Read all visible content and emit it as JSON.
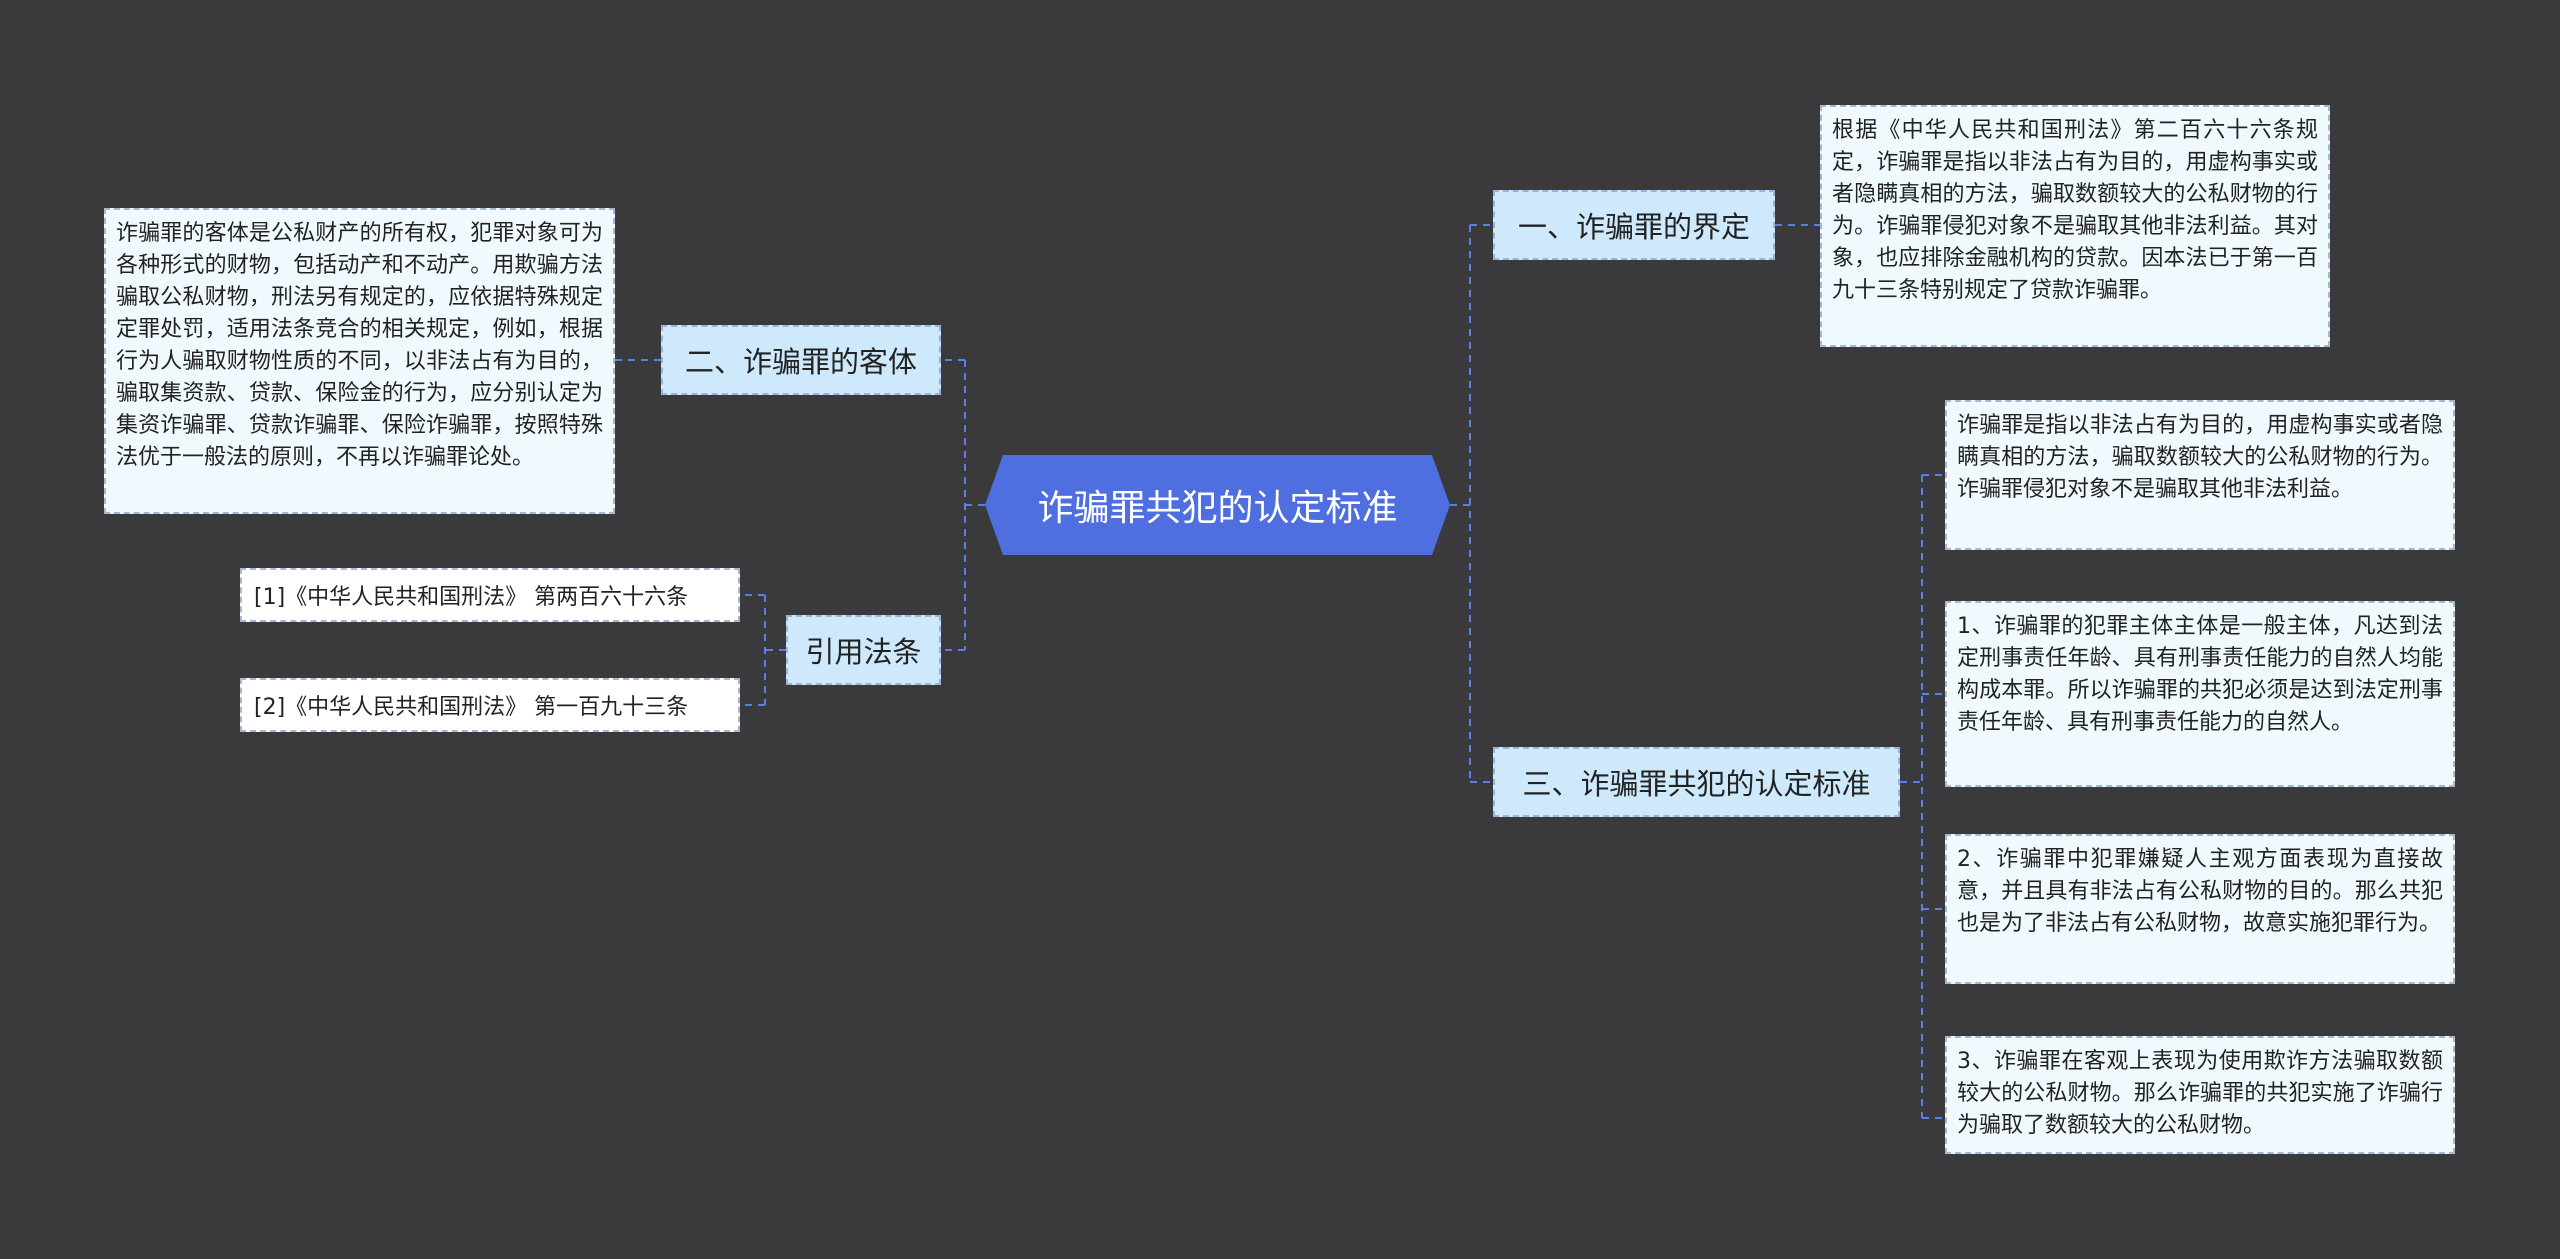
{
  "center": {
    "label": "诈骗罪共犯的认定标准"
  },
  "branches": [
    {
      "label": "一、诈骗罪的界定",
      "leaves": [
        "根据《中华人民共和国刑法》第二百六十六条规定，诈骗罪是指以非法占有为目的，用虚构事实或者隐瞒真相的方法，骗取数额较大的公私财物的行为。诈骗罪侵犯对象不是骗取其他非法利益。其对象，也应排除金融机构的贷款。因本法已于第一百九十三条特别规定了贷款诈骗罪。"
      ]
    },
    {
      "label": "二、诈骗罪的客体",
      "leaves": [
        "诈骗罪的客体是公私财产的所有权，犯罪对象可为各种形式的财物，包括动产和不动产。用欺骗方法骗取公私财物，刑法另有规定的，应依据特殊规定定罪处罚，适用法条竞合的相关规定，例如，根据行为人骗取财物性质的不同，以非法占有为目的，骗取集资款、贷款、保险金的行为，应分别认定为集资诈骗罪、贷款诈骗罪、保险诈骗罪，按照特殊法优于一般法的原则，不再以诈骗罪论处。"
      ]
    },
    {
      "label": "三、诈骗罪共犯的认定标准",
      "leaves": [
        "诈骗罪是指以非法占有为目的，用虚构事实或者隐瞒真相的方法，骗取数额较大的公私财物的行为。诈骗罪侵犯对象不是骗取其他非法利益。",
        "1、诈骗罪的犯罪主体主体是一般主体，凡达到法定刑事责任年龄、具有刑事责任能力的自然人均能构成本罪。所以诈骗罪的共犯必须是达到法定刑事责任年龄、具有刑事责任能力的自然人。",
        "2、诈骗罪中犯罪嫌疑人主观方面表现为直接故意，并且具有非法占有公私财物的目的。那么共犯也是为了非法占有公私财物，故意实施犯罪行为。",
        "3、诈骗罪在客观上表现为使用欺诈方法骗取数额较大的公私财物。那么诈骗罪的共犯实施了诈骗行为骗取了数额较大的公私财物。"
      ]
    },
    {
      "label": "引用法条",
      "leaves": [
        "[1]《中华人民共和国刑法》 第两百六十六条",
        "[2]《中华人民共和国刑法》 第一百九十三条"
      ]
    }
  ],
  "colors": {
    "background": "#3a393b",
    "center": "#4f6ee0",
    "branch": "#cde9fb",
    "leaf": "#f0fafe",
    "connector": "#5b7fe8"
  }
}
